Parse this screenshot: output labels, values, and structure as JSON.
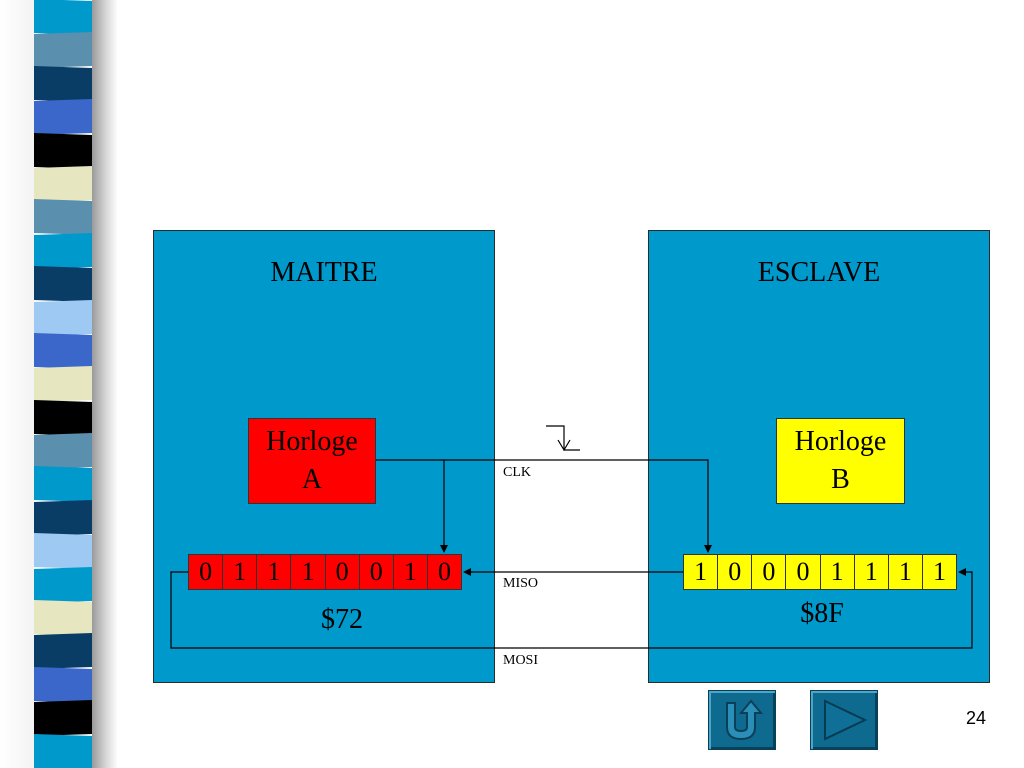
{
  "master": {
    "title": "MAITRE",
    "clock_lines": "Horloge\nA",
    "bits": [
      "0",
      "1",
      "1",
      "1",
      "0",
      "0",
      "1",
      "0"
    ],
    "hex": "$72"
  },
  "slave": {
    "title": "ESCLAVE",
    "clock_lines": "Horloge\nB",
    "bits": [
      "1",
      "0",
      "0",
      "0",
      "1",
      "1",
      "1",
      "1"
    ],
    "hex": "$8F"
  },
  "signals": {
    "clk": "CLK",
    "miso": "MISO",
    "mosi": "MOSI"
  },
  "colors": {
    "panel": "#0099cc",
    "master_accent": "#ff0000",
    "slave_accent": "#ffff00",
    "button": "#0e6b8f"
  },
  "nav": {
    "back_icon": "u-turn-icon",
    "next_icon": "play-arrow-icon"
  },
  "page_number": "24",
  "strip_colors": [
    "#0099cc",
    "#5a8fae",
    "#0a3d66",
    "#3a67c9",
    "#000000",
    "#e6e6c0",
    "#5a8fae",
    "#0099cc",
    "#0a3d66",
    "#9ec9f2",
    "#3a67c9",
    "#e6e6c0",
    "#000000",
    "#5a8fae",
    "#0099cc",
    "#0a3d66",
    "#9ec9f2",
    "#0099cc",
    "#e6e6c0",
    "#0a3d66",
    "#3a67c9",
    "#000000",
    "#0099cc"
  ]
}
